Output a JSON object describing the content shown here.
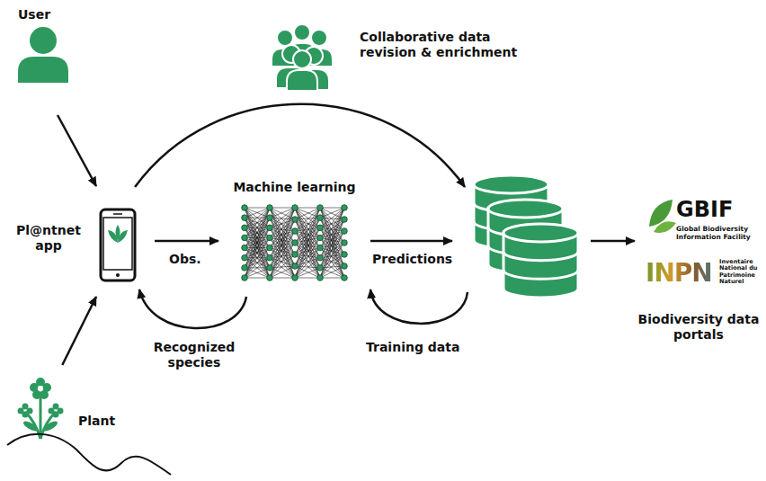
{
  "diagram": {
    "nodes": [
      {
        "text": [
          "User"
        ]
      },
      {
        "text": [
          "Collaborative data revision & enrichment"
        ]
      },
      {
        "text": [
          "Pl@ntnet app"
        ]
      },
      {
        "text": [
          "Machine learning"
        ]
      },
      {
        "text": []
      },
      {
        "text": [
          "GBIF",
          "Global Biodiversity Information Facility",
          "INPN",
          "Inventaire National du Patrimoine Naturel",
          "Biodiversity data portals"
        ]
      },
      {
        "text": [
          "Plant"
        ]
      }
    ],
    "edges": [
      {
        "from": 0,
        "to": 2,
        "arrow": "to"
      },
      {
        "from": 6,
        "to": 2,
        "arrow": "to"
      },
      {
        "from": 2,
        "to": 3,
        "label": "Obs.",
        "arrow": "to"
      },
      {
        "from": 3,
        "to": 2,
        "label": "Recognized species",
        "arrow": "to"
      },
      {
        "from": 2,
        "to": 4,
        "arrow": "to"
      },
      {
        "from": 3,
        "to": 4,
        "label": "Predictions",
        "arrow": "to"
      },
      {
        "from": 4,
        "to": 3,
        "label": "Training data",
        "arrow": "to"
      },
      {
        "from": 4,
        "to": 5,
        "arrow": "to"
      }
    ]
  }
}
